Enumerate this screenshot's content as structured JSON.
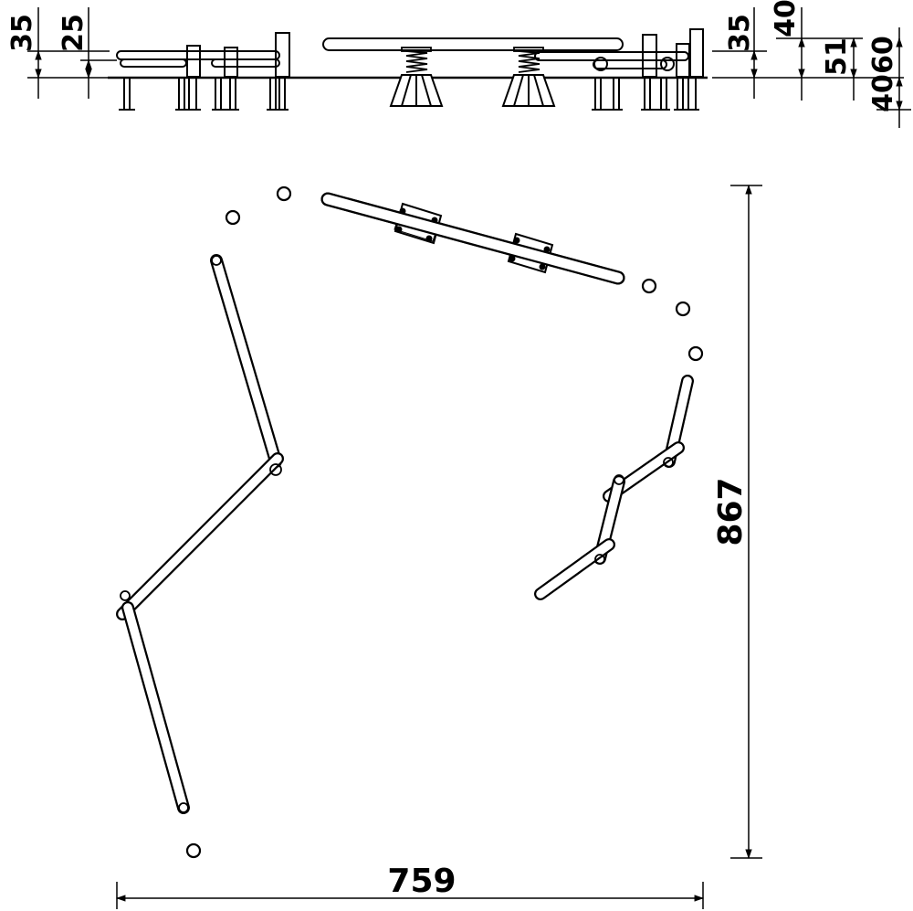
{
  "colors": {
    "line": "#000000",
    "paper": "#ffffff"
  },
  "elevation": {
    "left_dims": [
      "35",
      "25"
    ],
    "right_dims": [
      "35",
      "40",
      "51",
      "40",
      "60"
    ]
  },
  "plan": {
    "width_dim": "759",
    "height_dim": "867"
  }
}
